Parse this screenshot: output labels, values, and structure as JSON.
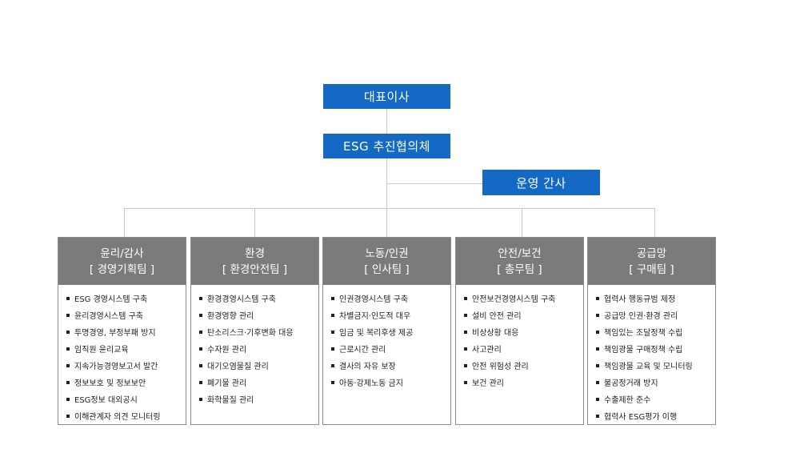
{
  "ceo": {
    "label": "대표이사"
  },
  "council": {
    "label": "ESG 추진협의체"
  },
  "secretary": {
    "label": "운영 간사"
  },
  "departments": [
    {
      "name": "윤리/감사",
      "team": "[ 경영기획팀 ]",
      "items": [
        "ESG 경영시스템 구축",
        "윤리경영시스템 구축",
        "투명경영, 부정부패 방지",
        "임직원 윤리교육",
        "지속가능경영보고서 발간",
        "정보보호 및 정보보안",
        "ESG정보 대외공시",
        "이해관계자 의견 모니터링"
      ]
    },
    {
      "name": "환경",
      "team": "[ 환경안전팀 ]",
      "items": [
        "환경경영시스템 구축",
        "환경영향 관리",
        "탄소리스크·기후변화 대응",
        "수자원 관리",
        "대기오염물질 관리",
        "폐기물 관리",
        "화학물질 관리"
      ]
    },
    {
      "name": "노동/인권",
      "team": "[ 인사팀 ]",
      "items": [
        "인권경영시스템 구축",
        "차별금지·인도적 대우",
        "임금 및 복리후생 제공",
        "근로시간 관리",
        "결사의 자유 보장",
        "아동·강제노동 금지"
      ]
    },
    {
      "name": "안전/보건",
      "team": "[ 총무팀 ]",
      "items": [
        "안전보건경영시스템 구축",
        "설비 안전 관리",
        "비상상황 대응",
        "사고관리",
        "안전 위험성 관리",
        "보건 관리"
      ]
    },
    {
      "name": "공급망",
      "team": "[ 구매팀 ]",
      "items": [
        "협력사 행동규범 제정",
        "공급망 인권·환경 관리",
        "책임있는 조달정책 수립",
        "책임광물 구매정책 수립",
        "책임광물 교육 및 모니터링",
        "불공정거래 방지",
        "수출제한 준수",
        "협력사 ESG평가 이행"
      ]
    }
  ],
  "colors": {
    "top_box": "#1469c4",
    "dept_header": "#7b7b7b",
    "line": "#c9c9c9"
  }
}
